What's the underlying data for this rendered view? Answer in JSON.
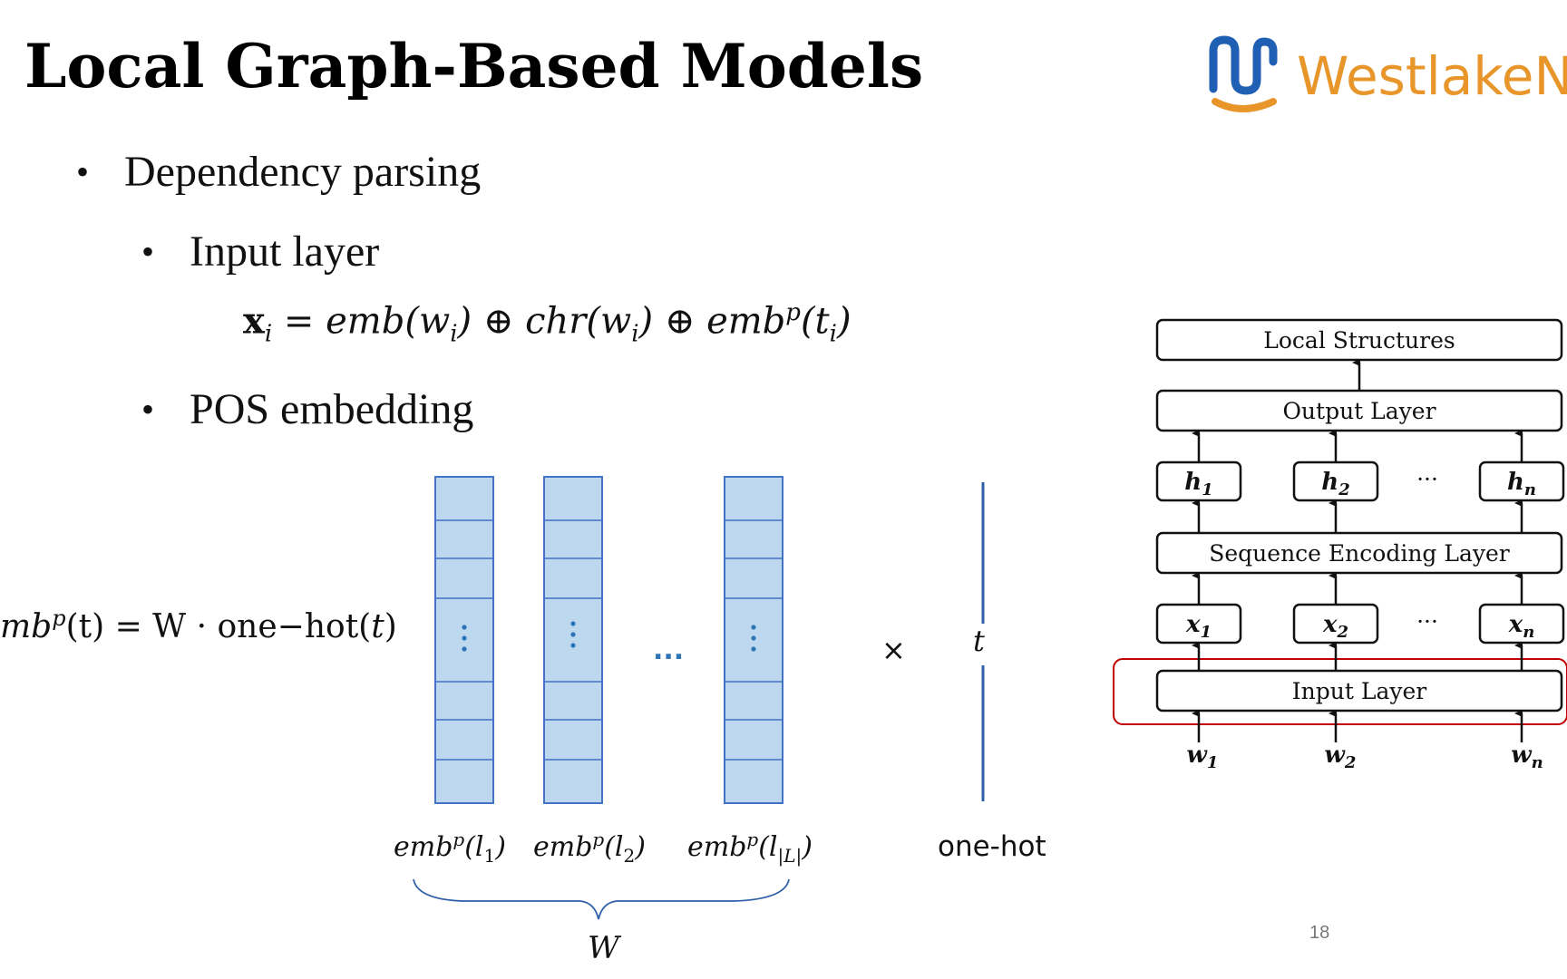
{
  "title": "Local Graph-Based Models",
  "logo": {
    "text": "WestlakeN"
  },
  "bullets": {
    "b1": "Dependency parsing",
    "b2": "Input layer",
    "b3": "POS embedding"
  },
  "equation": {
    "lhs": "x",
    "sub": "i",
    "rhs_1": " = emb(w",
    "rhs_2": ") ⊕ chr(w",
    "rhs_3": ") ⊕ emb",
    "sup": "p",
    "rhs_4": "(t",
    "rhs_5": ")"
  },
  "pos_formula": {
    "left": "mb",
    "sup": "p",
    "t": "(t)",
    "mid": " = W · one−hot(",
    "var": "t",
    "end": ")"
  },
  "matrix": {
    "ellipsis": "...",
    "times": "×",
    "t_label": "t",
    "one_hot_label": "one-hot",
    "w_label": "W",
    "columns": [
      {
        "label": "emb",
        "sup": "p",
        "arg": "(l",
        "sub": "1",
        "close": ")"
      },
      {
        "label": "emb",
        "sup": "p",
        "arg": "(l",
        "sub": "2",
        "close": ")"
      },
      {
        "label": "emb",
        "sup": "p",
        "arg": "(l",
        "sub": "|L|",
        "close": ")"
      }
    ]
  },
  "diagram": {
    "local_structures": "Local Structures",
    "output_layer": "Output Layer",
    "sequence_encoding_layer": "Sequence Encoding Layer",
    "input_layer": "Input Layer",
    "h_nodes": [
      {
        "base": "h",
        "sub": "1"
      },
      {
        "base": "h",
        "sub": "2"
      },
      {
        "base": "h",
        "sub": "n"
      }
    ],
    "x_nodes": [
      {
        "base": "x",
        "sub": "1"
      },
      {
        "base": "x",
        "sub": "2"
      },
      {
        "base": "x",
        "sub": "n"
      }
    ],
    "w_inputs": [
      {
        "base": "w",
        "sub": "1"
      },
      {
        "base": "w",
        "sub": "2"
      },
      {
        "base": "w",
        "sub": "n"
      }
    ],
    "dots": "···"
  },
  "page_number": "18",
  "colors": {
    "cell_fill": "#bdd7ee",
    "cell_border": "#4472c4",
    "logo_blue": "#1f5fb4",
    "logo_orange": "#e8952a",
    "highlight_red": "#c00000"
  }
}
